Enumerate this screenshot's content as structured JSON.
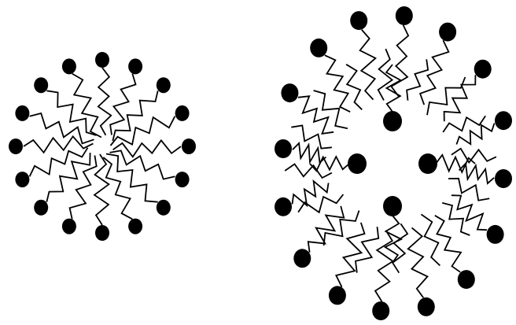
{
  "diagram": {
    "colors": {
      "background": "#ffffff",
      "head": "#000000",
      "tail": "#000000"
    },
    "structures": [
      {
        "name": "micelle",
        "head_count": 16,
        "icon": "micelle-icon"
      },
      {
        "name": "vesicle",
        "outer_head_count": 16,
        "inner_head_count": 4,
        "icon": "vesicle-icon"
      }
    ]
  }
}
